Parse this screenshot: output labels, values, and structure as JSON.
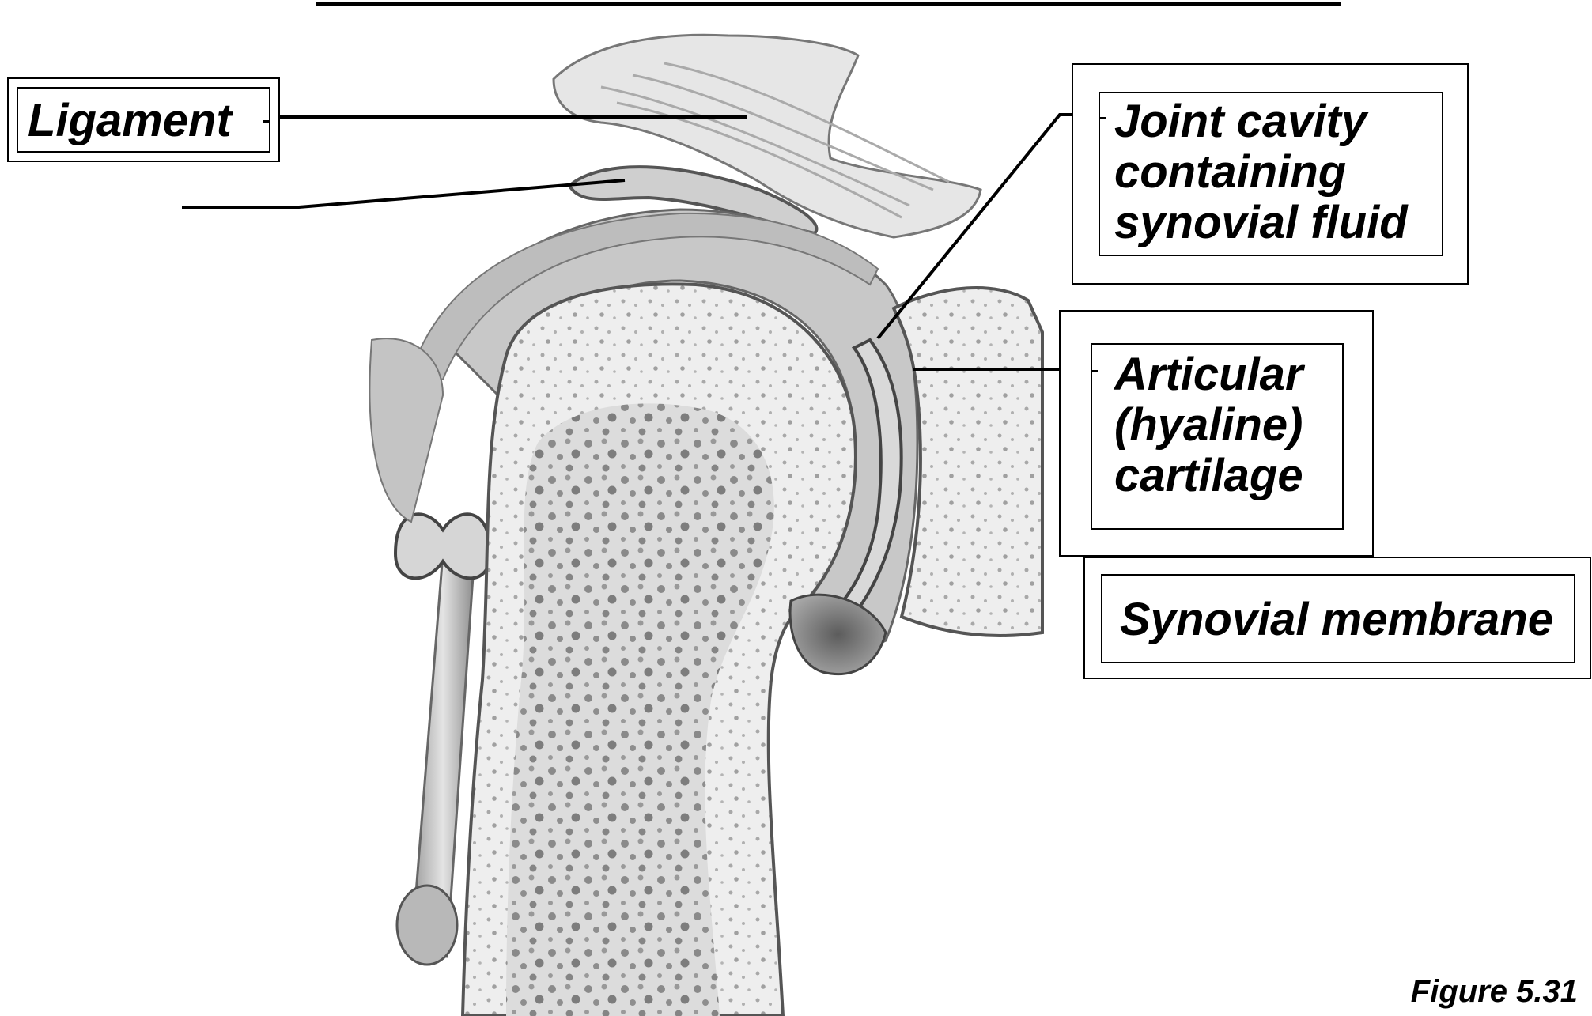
{
  "labels": {
    "ligament": "Ligament",
    "joint_cavity": "Joint cavity\ncontaining\nsynovial fluid",
    "articular_cartilage": "Articular\n(hyaline)\ncartilage",
    "synovial_membrane": "Synovial membrane",
    "unlabeled_bursa": "",
    "title_blank": ""
  },
  "figure_caption": "Figure 5.31",
  "colors": {
    "ink": "#000000",
    "bone_fill": "#f2f2f2",
    "spongy": "#7a7a7a",
    "tissue": "#b5b5b5"
  }
}
